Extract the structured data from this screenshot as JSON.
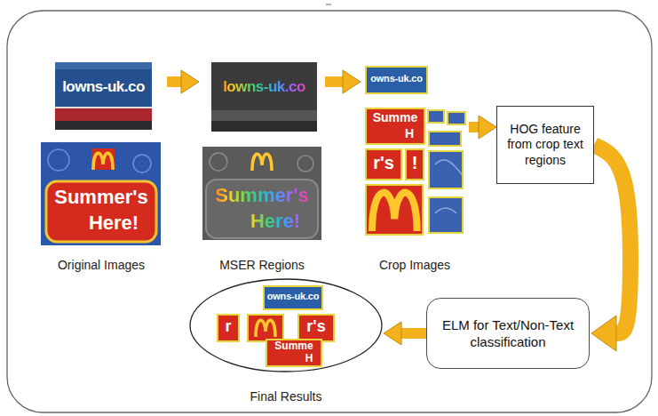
{
  "diagram": {
    "nodes": [
      {
        "text": [
          "Original Images"
        ]
      },
      {
        "text": [
          "MSER Regions"
        ]
      },
      {
        "text": [
          "Crop Images"
        ]
      },
      {
        "text": [
          "HOG feature from crop text regions"
        ]
      },
      {
        "text": [
          "ELM for Text/Non-Text classification"
        ]
      },
      {
        "text": [
          "Final Results"
        ]
      }
    ],
    "edges": [
      {
        "from": 0,
        "to": 1,
        "arrow": "to"
      },
      {
        "from": 1,
        "to": 2,
        "arrow": "to"
      },
      {
        "from": 2,
        "to": 3,
        "arrow": "to"
      },
      {
        "from": 3,
        "to": 4,
        "arrow": "to"
      },
      {
        "from": 4,
        "to": 5,
        "arrow": "to"
      }
    ],
    "labels": [
      "lowns-uk.co",
      "Summer's",
      "Here!",
      "lowns-uk.co",
      "Summer's",
      "Here!",
      "owns-uk.co",
      "Summe",
      "H",
      "r's",
      "!",
      "owns-uk.co",
      "r",
      "r's",
      "Summe",
      "H"
    ]
  }
}
